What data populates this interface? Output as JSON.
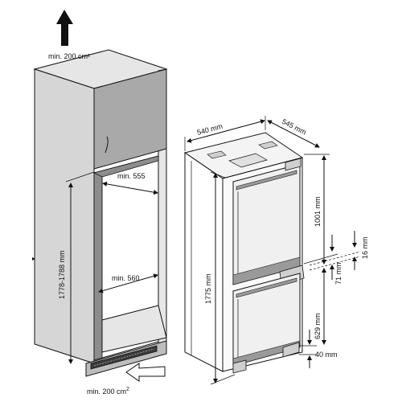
{
  "labels": {
    "top_vent": "min. 200 cm²",
    "bottom_vent": "min. 200 cm",
    "bottom_vent_sup": "2",
    "cabinet_inner_width_top": "min. 555",
    "cabinet_inner_width_mid": "min. 560",
    "cabinet_height": "1778-1788 mm",
    "fridge_width": "540 mm",
    "fridge_depth": "545 mm",
    "fridge_height": "1775 mm",
    "upper_door": "1001 mm",
    "lower_door": "629 mm",
    "gap_top": "16 mm",
    "gap_mid": "71 mm",
    "base_gap": "40 mm"
  },
  "colors": {
    "line": "#111111",
    "cabinet_side": "#d6d6d6",
    "cabinet_front": "#e6e6e6",
    "upper_door": "#a9a9a9"
  }
}
